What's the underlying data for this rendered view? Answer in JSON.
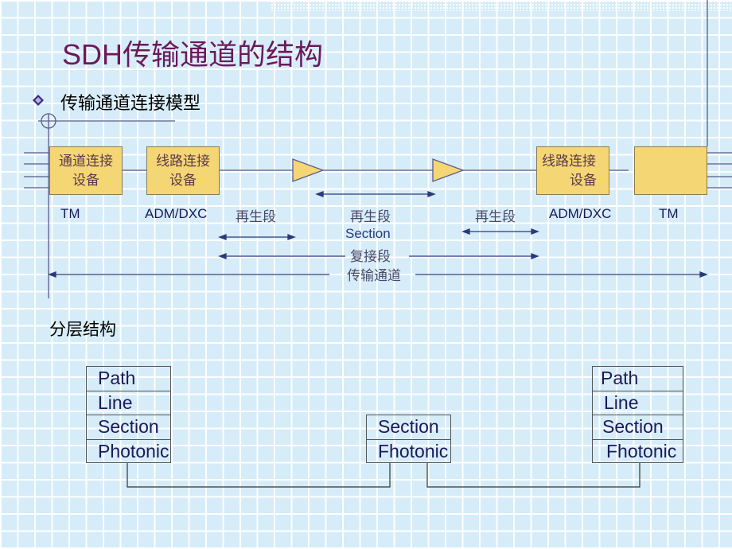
{
  "slide": {
    "title": "SDH传输通道的结构",
    "subtitle": "传输通道连接模型",
    "layer_heading": "分层结构"
  },
  "devices": [
    {
      "line1": "通道连接",
      "line2": "设备"
    },
    {
      "line1": "线路连接",
      "line2": "设备"
    },
    {
      "line1": "线路连接",
      "line2": "设备"
    },
    {
      "line1": "",
      "line2": ""
    }
  ],
  "device_labels": [
    "TM",
    "ADM/DXC",
    "ADM/DXC",
    "TM"
  ],
  "segments": {
    "regen_left": "再生段",
    "regen_mid": "再生段",
    "section": "Section",
    "regen_right": "再生段",
    "multiplex": "复接段",
    "path": "传输通道"
  },
  "stacks": {
    "left": [
      "Path",
      "Line",
      "Section",
      "Photonic"
    ],
    "middle": [
      "Section",
      "Fhotonic"
    ],
    "right": [
      "Path",
      "Line",
      "Section",
      "Fhotonic"
    ]
  },
  "colors": {
    "title": "#6a1a5a",
    "box_fill": "#f5d675",
    "amplifier_fill": "#f5d675",
    "line": "#5a5a8a"
  }
}
